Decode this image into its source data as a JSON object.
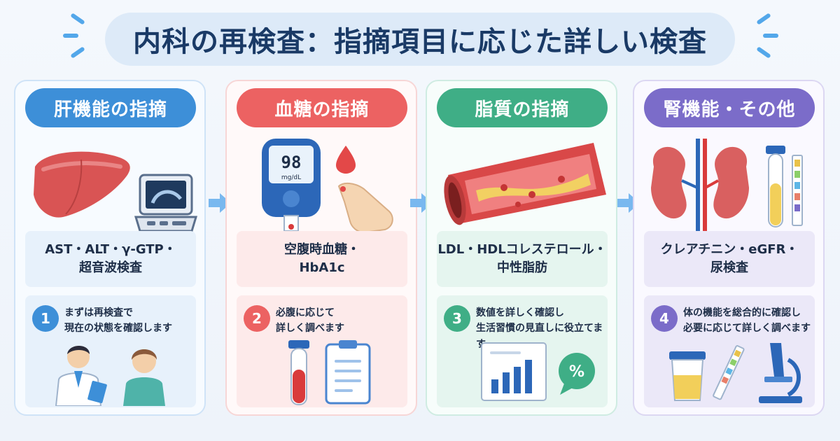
{
  "title": "内科の再検査：指摘項目に応じた詳しい検査",
  "colors": {
    "blue": "#3d8fd8",
    "red": "#ec6262",
    "green": "#3fae86",
    "purple": "#7b6cc9"
  },
  "cards": [
    {
      "heading": "肝機能の指摘",
      "tests": [
        "AST・ALT・γ-GTP・",
        "超音波検査"
      ],
      "step_number": "1",
      "step_lines": [
        "まずは再検査で",
        "現在の状態を確認します"
      ],
      "icons": [
        "liver-icon",
        "ultrasound-monitor-icon",
        "doctor-patient-icon"
      ]
    },
    {
      "heading": "血糖の指摘",
      "tests": [
        "空腹時血糖・",
        "HbA1c"
      ],
      "step_number": "2",
      "step_lines": [
        "必腹に応じて",
        "詳しく調べます"
      ],
      "meter_value": "98",
      "meter_unit": "mg/dL",
      "icons": [
        "glucose-meter-icon",
        "blood-drop-icon",
        "blood-tube-icon",
        "clipboard-icon"
      ]
    },
    {
      "heading": "脂質の指摘",
      "tests": [
        "LDL・HDLコレステロール・",
        "中性脂肪"
      ],
      "step_number": "3",
      "step_lines": [
        "数値を詳しく確認し",
        "生活習慣の見直しに役立てます"
      ],
      "percent_symbol": "%",
      "icons": [
        "blood-vessel-icon",
        "bar-chart-icon",
        "percent-bubble-icon"
      ]
    },
    {
      "heading": "腎機能・その他",
      "tests": [
        "クレアチニン・eGFR・",
        "尿検査"
      ],
      "step_number": "4",
      "step_lines": [
        "体の機能を総合的に確認し",
        "必要に応じて詳しく調べます"
      ],
      "icons": [
        "kidneys-icon",
        "urine-tube-icon",
        "urine-cup-icon",
        "test-strip-icon",
        "microscope-icon"
      ]
    }
  ]
}
